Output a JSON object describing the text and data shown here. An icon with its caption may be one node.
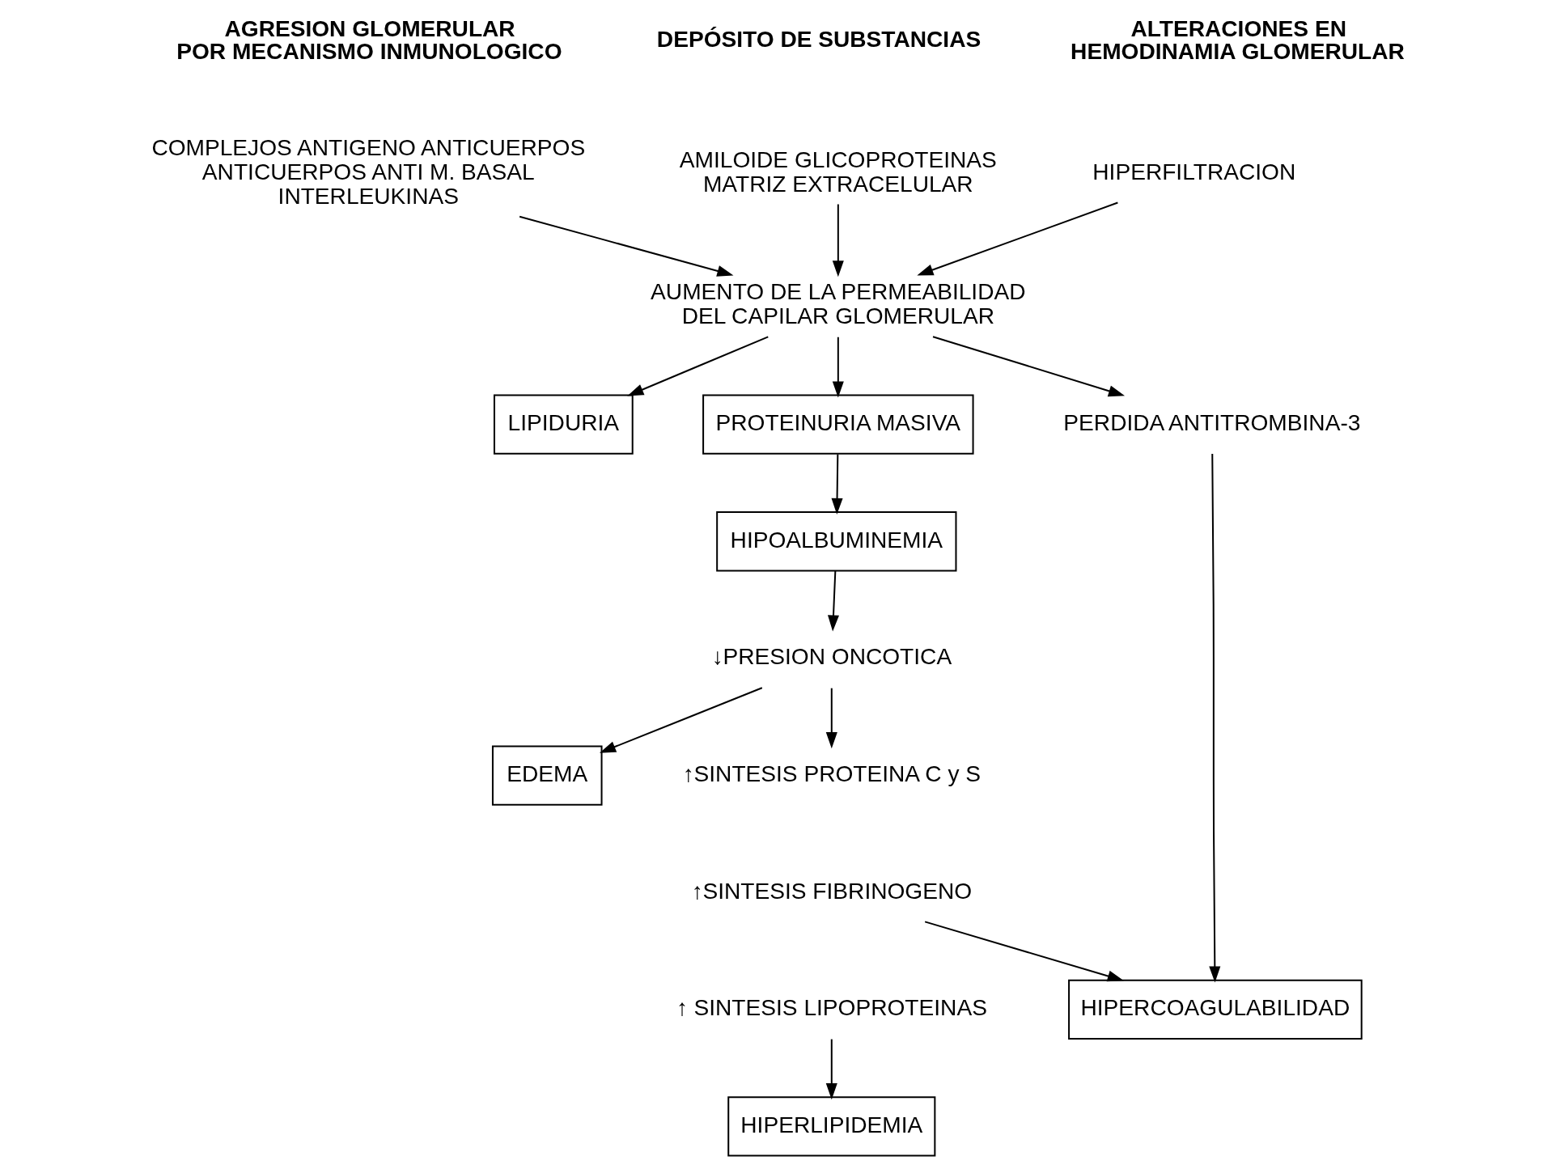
{
  "diagram": {
    "nodes": [
      {
        "text": [
          "COMPLEJOS ANTIGENO ANTICUERPOS ANTICUERPOS ANTI M. BASAL INTERLEUKINAS"
        ]
      },
      {
        "text": [
          "AMILOIDE GLICOPROTEINAS",
          "MATRIZ EXTRACELULAR"
        ]
      },
      {
        "text": [
          "HIPERFILTRACION"
        ]
      },
      {
        "text": [
          "AUMENTO DE LA PERMEABILIDAD DEL CAPILAR GLOMERULAR"
        ]
      },
      {
        "text": [
          "LIPIDURIA"
        ]
      },
      {
        "text": [
          "PROTEINURIA MASIVA"
        ]
      },
      {
        "text": [
          "PERDIDA ANTITROMBINA-3"
        ]
      },
      {
        "text": [
          "HIPOALBUMINEMIA"
        ]
      },
      {
        "text": [
          "↓PRESION ONCOTICA"
        ]
      },
      {
        "text": [
          "EDEMA"
        ]
      },
      {
        "text": [
          "HIPERCOAGULABILIDAD"
        ]
      },
      {
        "text": [
          "↑SINTESIS PROTEINA C y S"
        ]
      },
      {
        "text": [
          "↑SINTESIS FIBRINOGENO"
        ]
      },
      {
        "text": [
          "↑ SINTESIS LIPOPROTEINAS"
        ]
      },
      {
        "text": [
          "HIPERLIPIDEMIA"
        ]
      }
    ],
    "edges": [
      {
        "from": 0,
        "to": 3,
        "arrow": "to"
      },
      {
        "from": 1,
        "to": 3,
        "arrow": "to"
      },
      {
        "from": 2,
        "to": 3,
        "arrow": "to"
      },
      {
        "from": 3,
        "to": 4,
        "arrow": "to"
      },
      {
        "from": 3,
        "to": 5,
        "arrow": "to"
      },
      {
        "from": 3,
        "to": 6,
        "arrow": "to"
      },
      {
        "from": 5,
        "to": 7,
        "arrow": "to"
      },
      {
        "from": 7,
        "to": 8,
        "arrow": "to"
      },
      {
        "from": 8,
        "to": 9,
        "arrow": "to"
      },
      {
        "from": 8,
        "to": 11,
        "arrow": "to"
      },
      {
        "from": 6,
        "to": 10,
        "arrow": "to"
      },
      {
        "from": 12,
        "to": 10,
        "arrow": "to"
      },
      {
        "from": 13,
        "to": 14,
        "arrow": "to"
      }
    ],
    "labels": [
      "AGRESION GLOMERULAR POR MECANISMO INMUNOLOGICO",
      "DEPÓSITO DE SUBSTANCIAS",
      "ALTERACIONES EN HEMODINAMIA GLOMERULAR"
    ]
  }
}
